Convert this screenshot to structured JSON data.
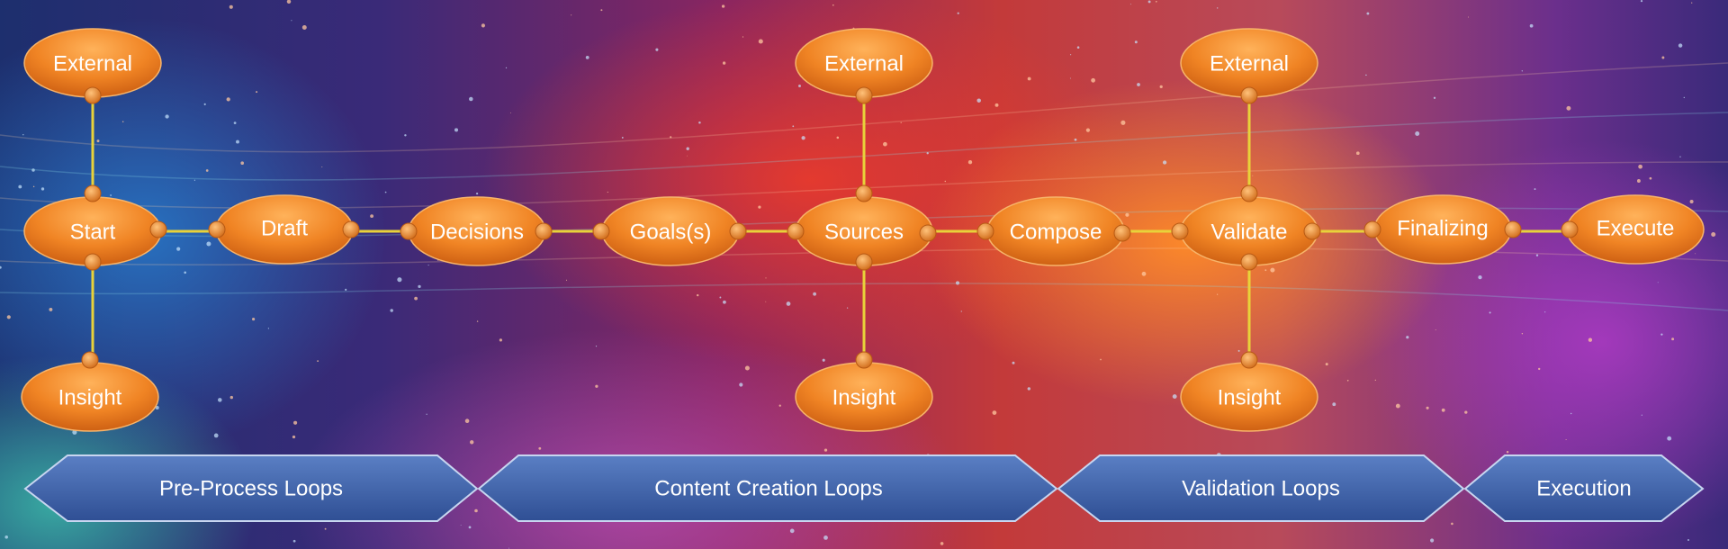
{
  "nodes": {
    "start": "Start",
    "draft": "Draft",
    "decisions": "Decisions",
    "goals": "Goals(s)",
    "sources": "Sources",
    "compose": "Compose",
    "validate": "Validate",
    "finalizing": "Finalizing",
    "execute": "Execute",
    "external_start": "External",
    "insight_start": "Insight",
    "external_sources": "External",
    "insight_sources": "Insight",
    "external_validate": "External",
    "insight_validate": "Insight"
  },
  "phases": {
    "pre_process": "Pre-Process Loops",
    "content_creation": "Content Creation Loops",
    "validation": "Validation Loops",
    "execution": "Execution"
  },
  "colors": {
    "node_fill": "#ee8a2a",
    "connector": "#e8d23a",
    "band_fill": "#3f63a8"
  }
}
